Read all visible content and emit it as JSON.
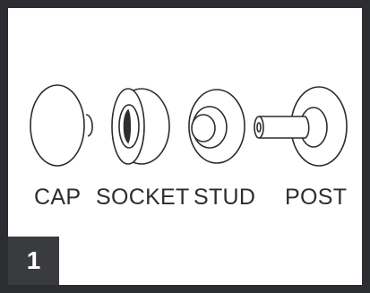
{
  "parts": [
    {
      "label": "CAP",
      "icon": "cap-icon"
    },
    {
      "label": "SOCKET",
      "icon": "socket-icon"
    },
    {
      "label": "STUD",
      "icon": "stud-icon"
    },
    {
      "label": "POST",
      "icon": "post-icon"
    }
  ],
  "step": {
    "number": "1"
  },
  "colors": {
    "border": "#2b2d30",
    "line": "#2b2d30",
    "badge": "#3a3b3e",
    "background": "#ffffff"
  }
}
